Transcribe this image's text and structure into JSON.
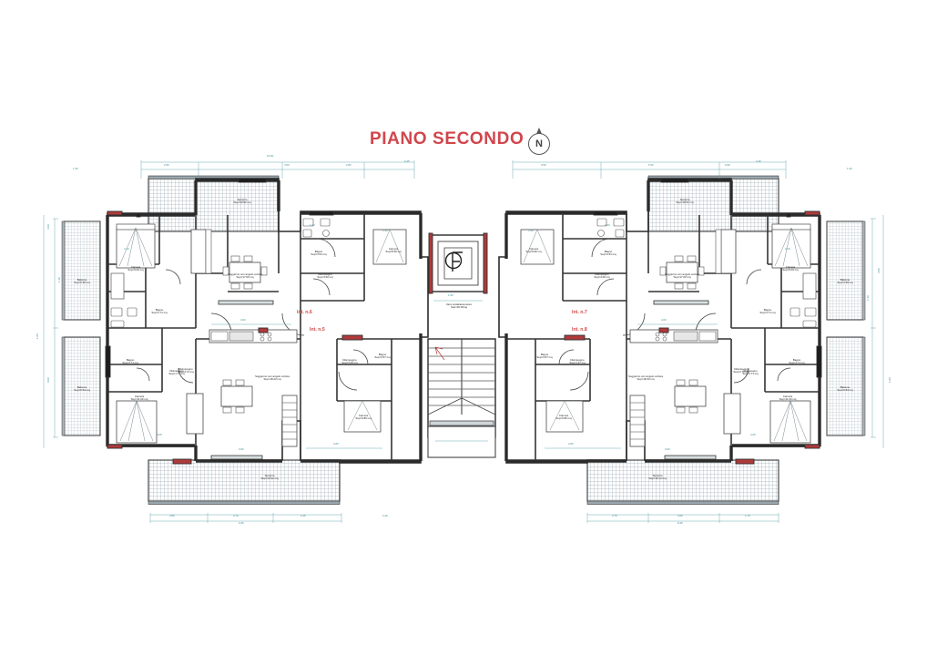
{
  "document": {
    "title": "PIANO SECONDO",
    "north_marker": "N",
    "drawing_type": "architectural-floor-plan",
    "language": "it"
  },
  "colors": {
    "title_red": "#d0464c",
    "annotation_red": "#d14b4b",
    "dimension_teal": "#3f8a96",
    "wall_black": "#2b2b2b",
    "paper_white": "#ffffff"
  },
  "units": {
    "length": "m",
    "area": "mq"
  },
  "apartment_tags": [
    {
      "id": "int5",
      "label": "Int. n.5"
    },
    {
      "id": "int6",
      "label": "Int. n.6"
    },
    {
      "id": "int7",
      "label": "Int. n.7"
    },
    {
      "id": "int8",
      "label": "Int. n.8"
    }
  ],
  "core": {
    "name": "Vano scala/ascensore",
    "area_label": "Sup=20.00mq",
    "elevator_symbol": "F",
    "elevator_width_dim": "1.50"
  },
  "rooms": {
    "int6": [
      {
        "name": "Terrazzo",
        "area": "Sup=20.82 mq"
      },
      {
        "name": "Camera",
        "area": "Sup=9.00 mq"
      },
      {
        "name": "Soggiorno con angolo cottura",
        "area": "Sup=17.60 mq"
      },
      {
        "name": "Bagno",
        "area": "Sup=3.51 mq"
      },
      {
        "name": "Disimpegno",
        "area": "Sup=3.60 mq"
      },
      {
        "name": "Balcone",
        "area": "Sup=6.39 mq"
      },
      {
        "name": "Camera",
        "area": "Sup=8.90 mq"
      },
      {
        "name": "Bagno",
        "area": "Sup=3.71 mq"
      },
      {
        "name": "Disimpegno",
        "area": "Sup=1.71 mq"
      }
    ],
    "int5": [
      {
        "name": "Soggiorno con angolo cottura",
        "area": "Sup=18.23 mq"
      },
      {
        "name": "Camera",
        "area": "Sup=11.00 mq"
      },
      {
        "name": "Bagno",
        "area": "Sup=3.71 mq"
      },
      {
        "name": "Disimpegno",
        "area": "Sup=3.72 mq"
      },
      {
        "name": "Balcone",
        "area": "Sup=6.54 mq"
      },
      {
        "name": "Terrazzo",
        "area": "Sup=19.92 mq"
      },
      {
        "name": "Camera",
        "area": "Sup=9.86 mq"
      },
      {
        "name": "Bagno",
        "area": "Sup=3.57 mq"
      },
      {
        "name": "Disimpegno",
        "area": "Sup=3.45 mq"
      }
    ],
    "int7": [
      {
        "name": "Terrazzo",
        "area": "Sup=18.62 mq"
      },
      {
        "name": "Camera",
        "area": "Sup=8.90 mq"
      },
      {
        "name": "Soggiorno con angolo cottura",
        "area": "Sup=17.60 mq"
      },
      {
        "name": "Bagno",
        "area": "Sup=3.51 mq"
      },
      {
        "name": "Disimpegno",
        "area": "Sup=3.60 mq"
      },
      {
        "name": "Balcone",
        "area": "Sup=6.39 mq"
      },
      {
        "name": "Camera",
        "area": "Sup=9.00 mq"
      },
      {
        "name": "Bagno",
        "area": "Sup=3.71 mq"
      },
      {
        "name": "Disimpegno",
        "area": "Sup=1.71 mq"
      }
    ],
    "int8": [
      {
        "name": "Soggiorno con angolo cottura",
        "area": "Sup=18.33 mq"
      },
      {
        "name": "Camera",
        "area": "Sup=11.00 mq"
      },
      {
        "name": "Bagno",
        "area": "Sup=3.71 mq"
      },
      {
        "name": "Disimpegno",
        "area": "Sup=2.72 mq"
      },
      {
        "name": "Balcone",
        "area": "Sup=6.54 mq"
      },
      {
        "name": "Terrazzo",
        "area": "Sup=18.13 mq"
      },
      {
        "name": "Camera",
        "area": "Sup=9.86 mq"
      },
      {
        "name": "Bagno",
        "area": "Sup=3.57 mq"
      },
      {
        "name": "Disimpegno",
        "area": "Sup=1.37 mq"
      }
    ]
  },
  "dimensions": {
    "top_left_overall": "16.60",
    "top_left_chain": [
      "2.95",
      "4.50",
      "2.80",
      "0.45"
    ],
    "top_right_chain": [
      "3.50",
      "5.30",
      "0.90",
      "0.45"
    ],
    "top_left_offset": "1.30",
    "bottom_left_chain": [
      "2.55",
      "3.70",
      "3.35",
      "0.45"
    ],
    "bottom_left_overall": "9.25",
    "bottom_right_chain": [
      "2.75",
      "3.05",
      "1.75"
    ],
    "bottom_right_overall": "8.45",
    "left_outer": [
      "4.00",
      "1.30",
      "8.00",
      "1.80"
    ],
    "right_outer": [
      "1.30",
      "3.80",
      "1.00",
      "1.30"
    ],
    "left_balcony_h": "1.30",
    "right_balcony_h": "1.30",
    "misc": [
      "1.50",
      "2.90",
      "4.00",
      "4.10",
      "2.80",
      "3.30",
      "1.80",
      "2.00",
      "1.00",
      "0.90",
      "4.05",
      "3.80",
      "2.50"
    ]
  }
}
